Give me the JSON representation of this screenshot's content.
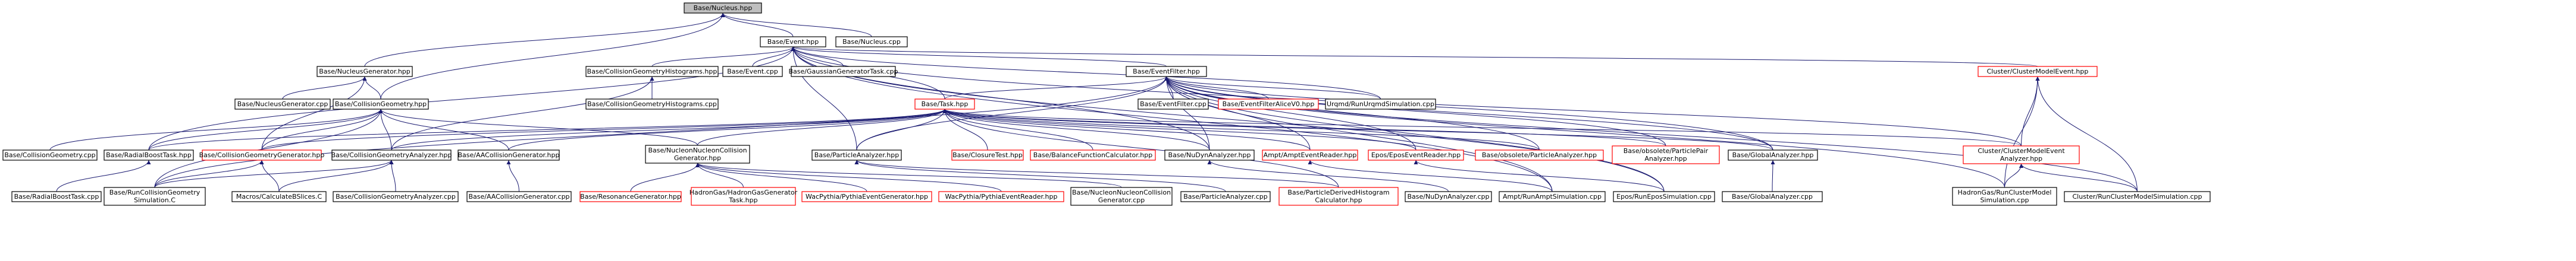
{
  "colors": {
    "edge": "#191970",
    "node_border": "#000000",
    "node_missing_border": "#ff0000",
    "root_fill": "#bfbfbf",
    "node_fill": "#ffffff"
  },
  "nodes": [
    {
      "id": "root",
      "label": [
        "Base/Nucleus.hpp"
      ],
      "root": true
    },
    {
      "id": "event_hpp",
      "label": [
        "Base/Event.hpp"
      ]
    },
    {
      "id": "nucleus_cpp",
      "label": [
        "Base/Nucleus.cpp"
      ]
    },
    {
      "id": "nucgen_hpp",
      "label": [
        "Base/NucleusGenerator.hpp"
      ]
    },
    {
      "id": "nucgen_cpp",
      "label": [
        "Base/NucleusGenerator.cpp"
      ]
    },
    {
      "id": "collgeom_hpp",
      "label": [
        "Base/CollisionGeometry.hpp"
      ]
    },
    {
      "id": "cgh_hpp",
      "label": [
        "Base/CollisionGeometryHistograms.hpp"
      ]
    },
    {
      "id": "cgh_cpp",
      "label": [
        "Base/CollisionGeometryHistograms.cpp"
      ]
    },
    {
      "id": "event_cpp",
      "label": [
        "Base/Event.cpp"
      ]
    },
    {
      "id": "gaussian_cpp",
      "label": [
        "Base/GaussianGeneratorTask.cpp"
      ]
    },
    {
      "id": "eventfilter_hpp",
      "label": [
        "Base/EventFilter.hpp"
      ]
    },
    {
      "id": "eventfilter_cpp",
      "label": [
        "Base/EventFilter.cpp"
      ]
    },
    {
      "id": "alicev0",
      "label": [
        "Base/EventFilterAliceV0.hpp"
      ],
      "missing": true
    },
    {
      "id": "urqmd",
      "label": [
        "Urqmd/RunUrqmdSimulation.cpp"
      ]
    },
    {
      "id": "clustermodel_hpp",
      "label": [
        "Cluster/ClusterModelEvent.hpp"
      ],
      "missing": true
    },
    {
      "id": "collgeom_cpp",
      "label": [
        "Base/CollisionGeometry.cpp"
      ]
    },
    {
      "id": "radialboost_hpp",
      "label": [
        "Base/RadialBoostTask.hpp"
      ]
    },
    {
      "id": "radialboost_cpp",
      "label": [
        "Base/RadialBoostTask.cpp"
      ]
    },
    {
      "id": "cggen_hpp",
      "label": [
        "Base/CollisionGeometryGenerator.hpp"
      ],
      "missing": true
    },
    {
      "id": "runcoll",
      "label": [
        "Base/RunCollisionGeometry",
        "Simulation.C"
      ]
    },
    {
      "id": "cgan_hpp",
      "label": [
        "Base/CollisionGeometryAnalyzer.hpp"
      ]
    },
    {
      "id": "macros",
      "label": [
        "Macros/CalculateBSlices.C"
      ]
    },
    {
      "id": "cgan_cpp",
      "label": [
        "Base/CollisionGeometryAnalyzer.cpp"
      ]
    },
    {
      "id": "aagen_hpp",
      "label": [
        "Base/AACollisionGenerator.hpp"
      ]
    },
    {
      "id": "aagen_cpp",
      "label": [
        "Base/AACollisionGenerator.cpp"
      ]
    },
    {
      "id": "task_hpp",
      "label": [
        "Base/Task.hpp"
      ],
      "missing": true
    },
    {
      "id": "nncgen_hpp",
      "label": [
        "Base/NucleonNucleonCollision",
        "Generator.hpp"
      ]
    },
    {
      "id": "resgen",
      "label": [
        "Base/ResonanceGenerator.hpp"
      ],
      "missing": true
    },
    {
      "id": "hadrongas_gen",
      "label": [
        "HadronGas/HadronGasGenerator",
        "Task.hpp"
      ],
      "missing": true
    },
    {
      "id": "wacpythia_gen",
      "label": [
        "WacPythia/PythiaEventGenerator.hpp"
      ],
      "missing": true
    },
    {
      "id": "wacpythia_rdr",
      "label": [
        "WacPythia/PythiaEventReader.hpp"
      ],
      "missing": true
    },
    {
      "id": "nncgen_cpp",
      "label": [
        "Base/NucleonNucleonCollision",
        "Generator.cpp"
      ]
    },
    {
      "id": "panalyzer_hpp",
      "label": [
        "Base/ParticleAnalyzer.hpp"
      ]
    },
    {
      "id": "panalyzer_cpp",
      "label": [
        "Base/ParticleAnalyzer.cpp"
      ]
    },
    {
      "id": "closure",
      "label": [
        "Base/ClosureTest.hpp"
      ],
      "missing": true
    },
    {
      "id": "balance",
      "label": [
        "Base/BalanceFunctionCalculator.hpp"
      ],
      "missing": true
    },
    {
      "id": "pdh_calc",
      "label": [
        "Base/ParticleDerivedHistogram",
        "Calculator.hpp"
      ],
      "missing": true
    },
    {
      "id": "nudyn_hpp",
      "label": [
        "Base/NuDynAnalyzer.hpp"
      ]
    },
    {
      "id": "nudyn_cpp",
      "label": [
        "Base/NuDynAnalyzer.cpp"
      ]
    },
    {
      "id": "ampt_reader",
      "label": [
        "Ampt/AmptEventReader.hpp"
      ],
      "missing": true
    },
    {
      "id": "ampt_run",
      "label": [
        "Ampt/RunAmptSimulation.cpp"
      ]
    },
    {
      "id": "epos_reader",
      "label": [
        "Epos/EposEventReader.hpp"
      ],
      "missing": true
    },
    {
      "id": "epos_run",
      "label": [
        "Epos/RunEposSimulation.cpp"
      ]
    },
    {
      "id": "obs_panalyzer",
      "label": [
        "Base/obsolete/ParticleAnalyzer.hpp"
      ],
      "missing": true
    },
    {
      "id": "obs_ppair",
      "label": [
        "Base/obsolete/ParticlePair",
        "Analyzer.hpp"
      ],
      "missing": true
    },
    {
      "id": "global_hpp",
      "label": [
        "Base/GlobalAnalyzer.hpp"
      ]
    },
    {
      "id": "global_cpp",
      "label": [
        "Base/GlobalAnalyzer.cpp"
      ]
    },
    {
      "id": "cluster_an",
      "label": [
        "Cluster/ClusterModelEvent",
        "Analyzer.hpp"
      ],
      "missing": true
    },
    {
      "id": "hadrongas_run",
      "label": [
        "HadronGas/RunClusterModel",
        "Simulation.cpp"
      ]
    },
    {
      "id": "cluster_run",
      "label": [
        "Cluster/RunClusterModelSimulation.cpp"
      ]
    }
  ]
}
